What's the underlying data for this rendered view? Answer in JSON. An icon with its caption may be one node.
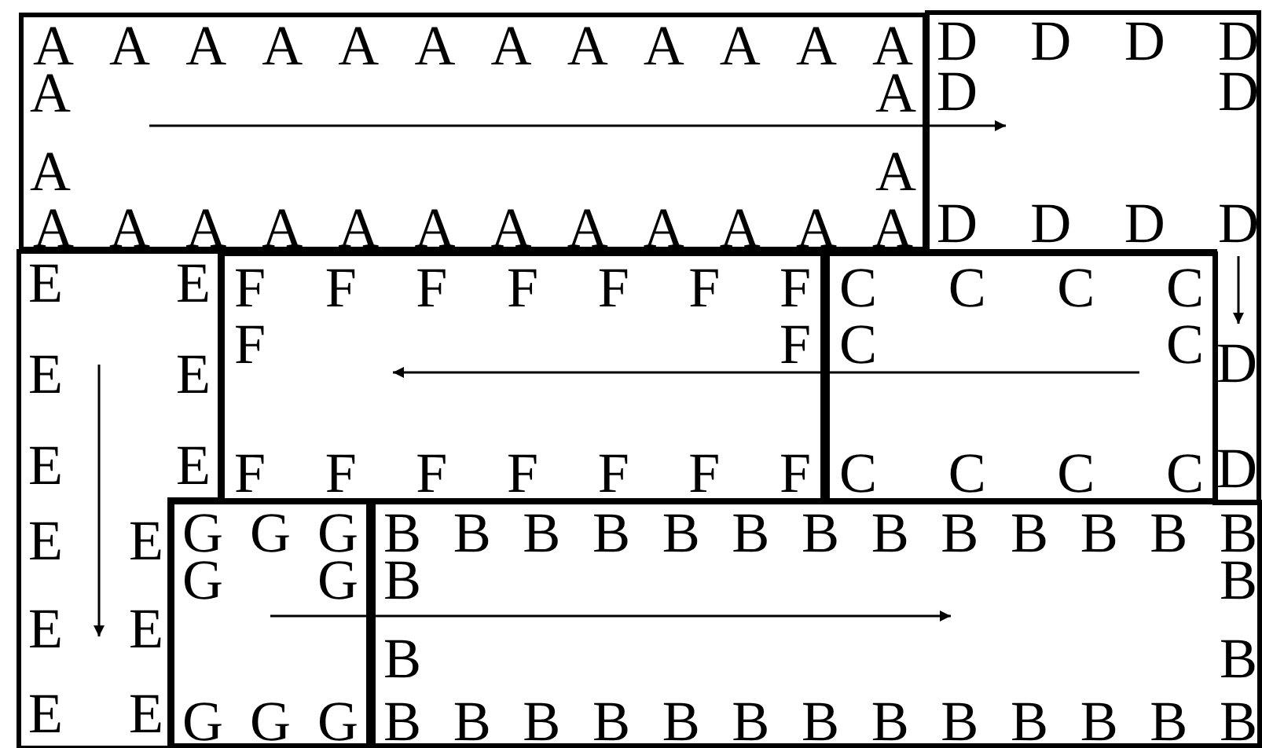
{
  "diagram": {
    "nodes": [
      {
        "text": [
          "A A A A A A A A A A A A",
          "A A",
          "A A",
          "A A A A A A A A A A A A"
        ]
      },
      {
        "text": [
          "D D D D",
          "D D",
          "D D D D",
          "D",
          "D"
        ]
      },
      {
        "text": [
          "E E",
          "E E",
          "E E",
          "E E",
          "E E",
          "E E"
        ]
      },
      {
        "text": [
          "F F F F F F F",
          "F F",
          "F F F F F F F"
        ]
      },
      {
        "text": [
          "C C C C",
          "C C",
          "C C C C"
        ]
      },
      {
        "text": [
          "G G G",
          "G G",
          "G G G"
        ]
      },
      {
        "text": [
          "B B B B B B B B B B B B B",
          "B B",
          "B B",
          "B B B B B B B B B B B B B"
        ]
      }
    ],
    "edges": [
      {
        "from": 0,
        "to": 1,
        "arrow": "to"
      },
      {
        "from": null,
        "to": 1,
        "arrow": "to"
      },
      {
        "from": 4,
        "to": 3,
        "arrow": "to"
      },
      {
        "from": null,
        "to": 2,
        "arrow": "to"
      },
      {
        "from": 5,
        "to": 6,
        "arrow": "to"
      }
    ]
  }
}
